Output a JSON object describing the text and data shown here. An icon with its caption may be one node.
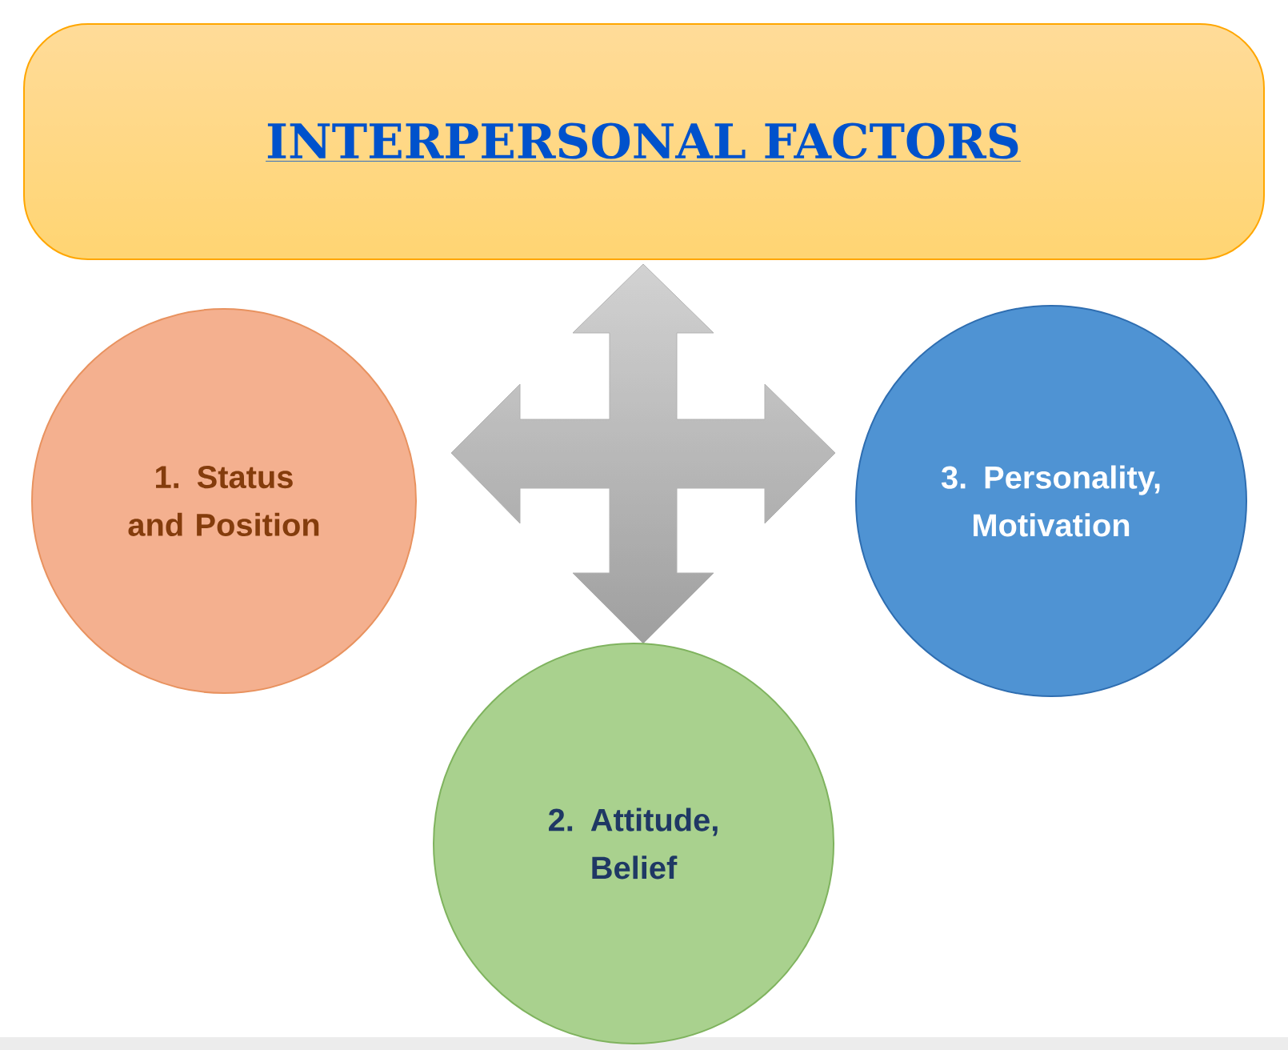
{
  "diagram": {
    "title": "INTERPERSONAL FACTORS",
    "nodes": [
      {
        "text": [
          "1. Status and Position"
        ]
      },
      {
        "text": [
          "3. Personality, Motivation"
        ]
      },
      {
        "text": [
          "2. Attitude, Belief"
        ]
      }
    ]
  }
}
